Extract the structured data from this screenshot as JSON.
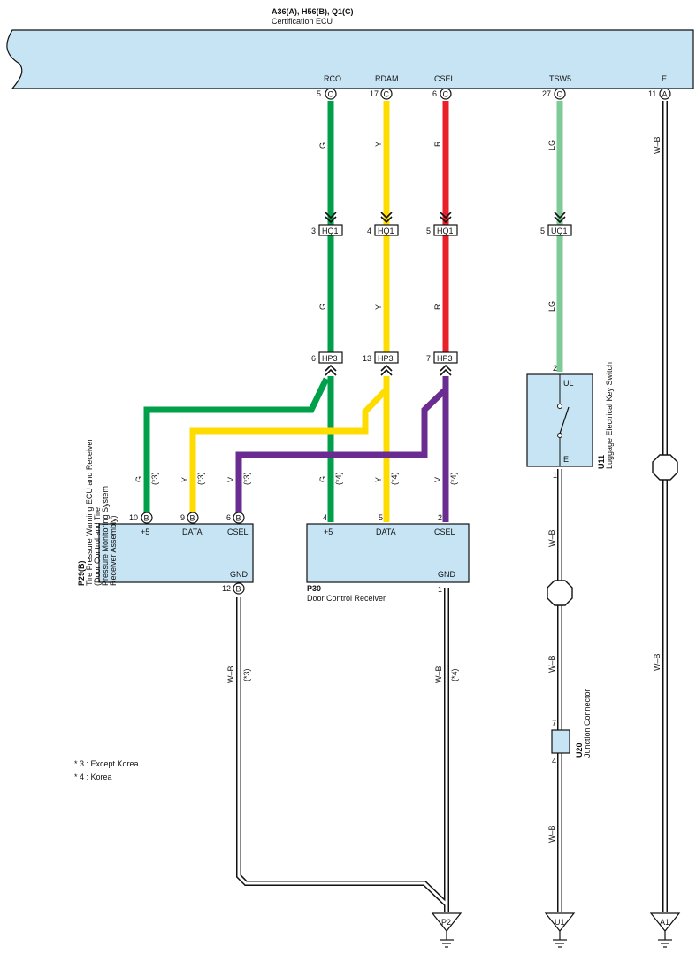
{
  "ecu": {
    "code": "A36(A), H56(B), Q1(C)",
    "name": "Certification ECU"
  },
  "pins": [
    {
      "name": "RCO",
      "num": "5",
      "conn": "C"
    },
    {
      "name": "RDAM",
      "num": "17",
      "conn": "C"
    },
    {
      "name": "CSEL",
      "num": "6",
      "conn": "C"
    },
    {
      "name": "TSW5",
      "num": "27",
      "conn": "C"
    },
    {
      "name": "E",
      "num": "11",
      "conn": "A"
    }
  ],
  "wire_colors": {
    "G": "#00a04a",
    "Y": "#ffdc00",
    "R": "#e8202a",
    "LG": "#7ecb98",
    "V": "#6a2c91",
    "WB": "#ffffff"
  },
  "wire_codes": {
    "green": "G",
    "yellow": "Y",
    "red": "R",
    "lightgreen": "LG",
    "violet": "V",
    "whiteblack": "W–B"
  },
  "junctions": {
    "hq1": [
      {
        "num": "3",
        "label": "HQ1"
      },
      {
        "num": "4",
        "label": "HQ1"
      },
      {
        "num": "5",
        "label": "HQ1"
      }
    ],
    "uq1": {
      "num": "5",
      "label": "UQ1"
    },
    "hp3": [
      {
        "num": "6",
        "label": "HP3"
      },
      {
        "num": "13",
        "label": "HP3"
      },
      {
        "num": "7",
        "label": "HP3"
      }
    ]
  },
  "switch": {
    "code": "U11",
    "name": "Luggage Electrical Key Switch",
    "pin_top": "2",
    "pin_top_label": "UL",
    "pin_bottom": "1",
    "pin_bottom_label": "E"
  },
  "p29": {
    "code": "P29(B)",
    "name_lines": [
      "Tire Pressure Warning ECU and Receiver",
      "(Door Control and Tire",
      "Pressure Monitoring System",
      "Receiver Assembly)"
    ],
    "pins": [
      {
        "num": "10",
        "conn": "B",
        "label": "+5"
      },
      {
        "num": "9",
        "conn": "B",
        "label": "DATA"
      },
      {
        "num": "6",
        "conn": "B",
        "label": "CSEL"
      }
    ],
    "gnd_label": "GND",
    "gnd_num": "12",
    "gnd_conn": "B",
    "note": "(*3)"
  },
  "p30": {
    "code": "P30",
    "name": "Door Control Receiver",
    "pins": [
      {
        "num": "4",
        "label": "+5"
      },
      {
        "num": "5",
        "label": "DATA"
      },
      {
        "num": "2",
        "label": "CSEL"
      }
    ],
    "gnd_label": "GND",
    "gnd_num": "1",
    "note": "(*4)"
  },
  "u20": {
    "code": "U20",
    "name": "Junction Connector",
    "pin_top": "7",
    "pin_bottom": "4"
  },
  "grounds": [
    "P2",
    "U1",
    "A1"
  ],
  "legend": [
    "* 3 : Except Korea",
    "* 4 : Korea"
  ]
}
